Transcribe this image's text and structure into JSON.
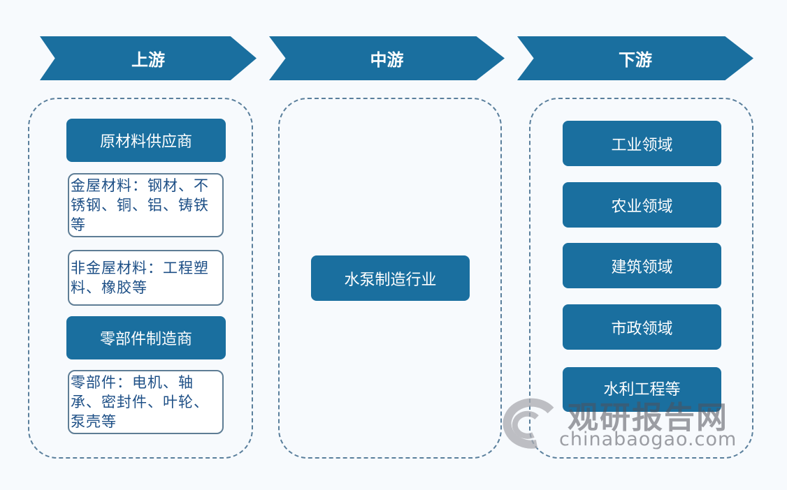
{
  "headers": [
    "上游",
    "中游",
    "下游"
  ],
  "upstream": {
    "supplier1": "原材料供应商",
    "metal": "金屋材料：钢材、不锈钢、铜、铝、铸铁等",
    "nonmetal": "非金屋材料：工程塑料、橡胶等",
    "supplier2": "零部件制造商",
    "parts": "零部件：电机、轴承、密封件、叶轮、泵壳等"
  },
  "midstream": {
    "industry": "水泵制造行业"
  },
  "downstream": [
    "工业领域",
    "农业领域",
    "建筑领域",
    "市政领域",
    "水利工程等"
  ],
  "watermark": {
    "name": "观研报告网",
    "url": "chinabaogao.com"
  },
  "colors": {
    "primary": "#1a6f9f"
  }
}
